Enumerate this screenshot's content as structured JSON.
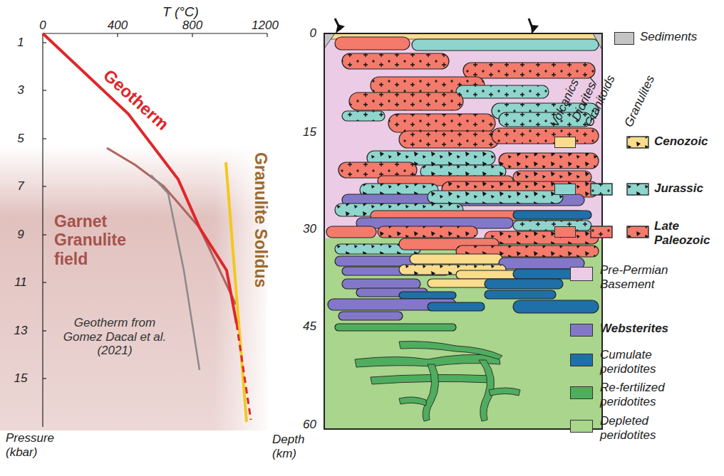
{
  "diagram": {
    "labels": [
      "T (°C)",
      "0",
      "400",
      "800",
      "1200",
      "1",
      "3",
      "5",
      "7",
      "9",
      "11",
      "13",
      "15",
      "Pressure (kbar)",
      "Geotherm",
      "Granulite Solidus",
      "Garnet Granulite field",
      "Geotherm from Gomez Dacal et al. (2021)",
      "0",
      "15",
      "30",
      "45",
      "60",
      "Depth (km)",
      "Volcanics",
      "Diorites/ Granitoids",
      "Granulites"
    ],
    "legend": [
      {
        "text": "Sediments",
        "color": "#c4c4c4"
      },
      {
        "text": "Cenozoic",
        "color": "#f9dc8c"
      },
      {
        "text": "Jurassic",
        "color": "#8ed5cd"
      },
      {
        "text": "Late Paleozoic",
        "color": "#f47a6c"
      },
      {
        "text": "Pre-Permian Basement",
        "color": "#ebcbe5"
      },
      {
        "text": "Websterites",
        "color": "#8378c8"
      },
      {
        "text": "Cumulate peridotites",
        "color": "#1f6fa8"
      },
      {
        "text": "Re-fertilized peridotites",
        "color": "#4fae5e"
      },
      {
        "text": "Depleted peridotites",
        "color": "#a9d58c"
      }
    ]
  }
}
